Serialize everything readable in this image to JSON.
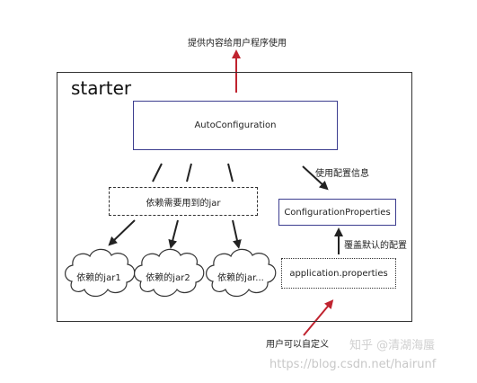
{
  "diagram": {
    "top_caption": "提供内容给用户程序使用",
    "starter_label": "starter",
    "auto_config": "AutoConfiguration",
    "deps_label": "依赖需要用到的jar",
    "use_config_label": "使用配置信息",
    "config_properties": "ConfigurationProperties",
    "override_label": "覆盖默认的配置",
    "app_properties": "application.properties",
    "user_defined_label": "用户可以自定义",
    "jars": [
      "依赖的jar1",
      "依赖的jar2",
      "依赖的jar..."
    ]
  },
  "watermarks": {
    "zhihu": "知乎 @清湖海蜃",
    "csdn": "https://blog.csdn.net/hairunf"
  },
  "colors": {
    "arrow_red": "#c0232f",
    "box_border_blue": "#3c3d8f",
    "line": "#333333"
  }
}
